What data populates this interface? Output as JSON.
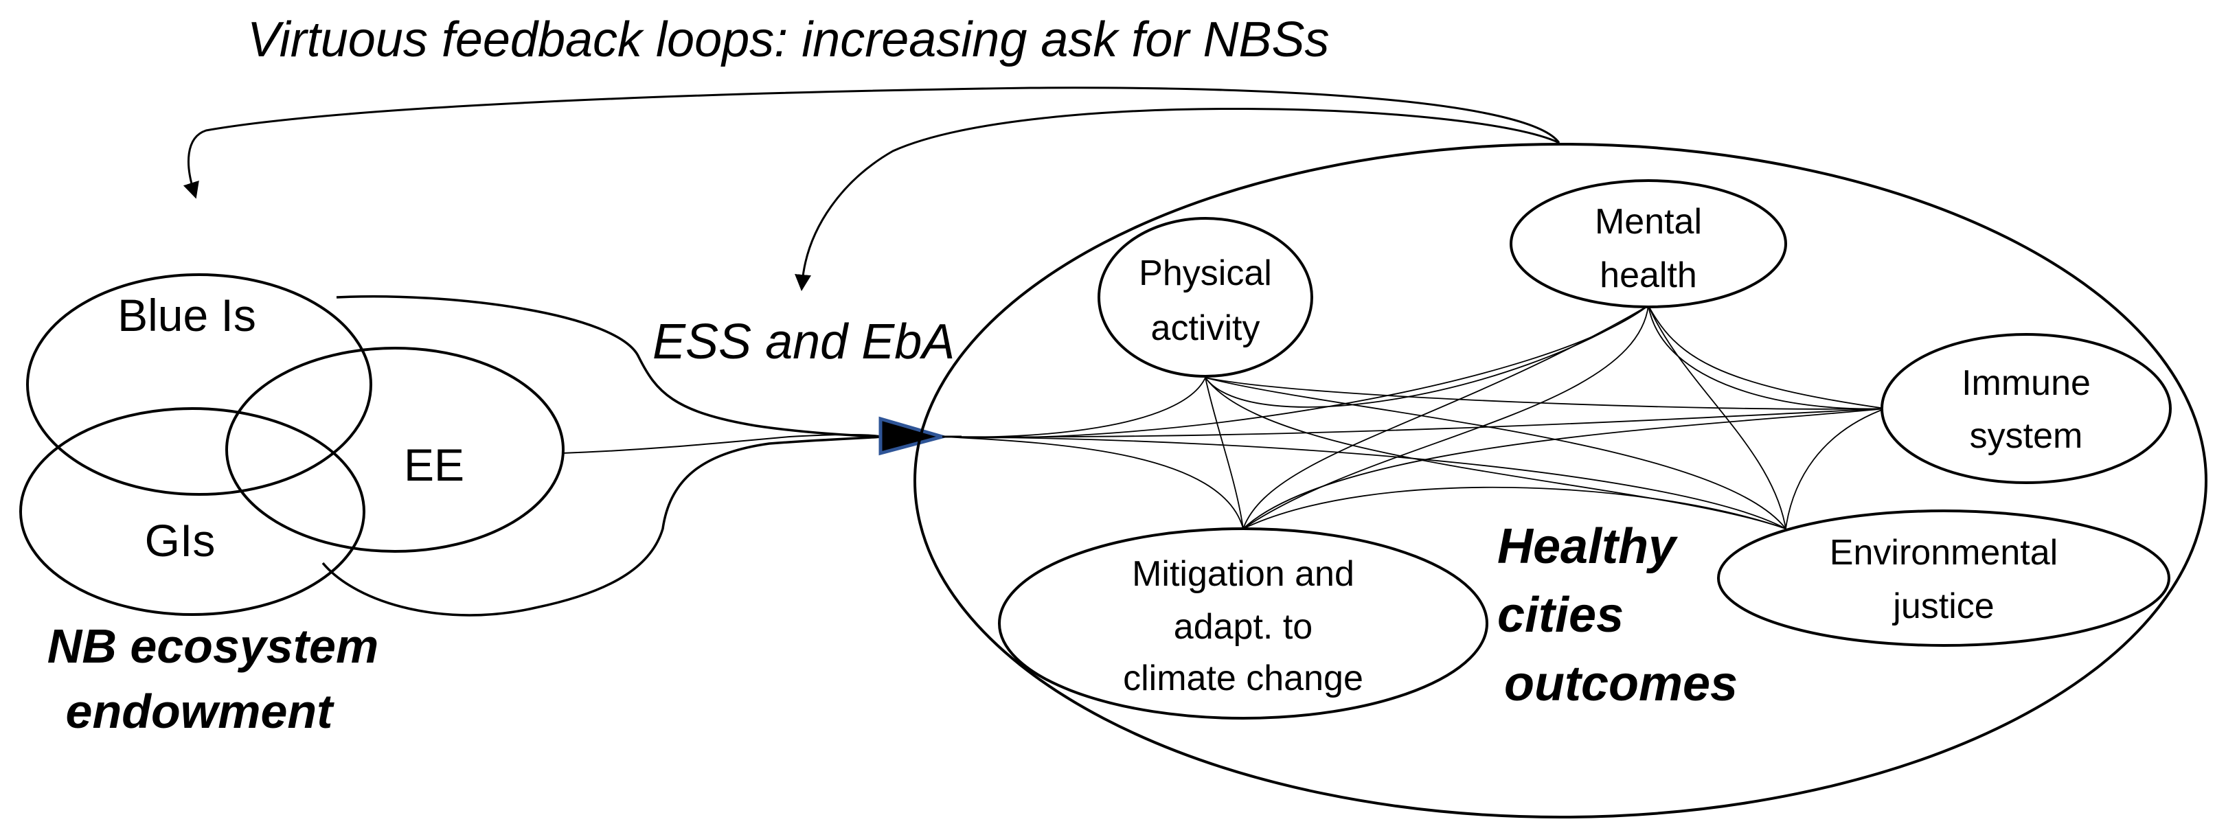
{
  "title": "Virtuous  feedback loops: increasing ask for NBSs",
  "endowment": {
    "blue": "Blue Is",
    "green": "GIs",
    "ee": "EE",
    "caption_line1": "NB ecosystem",
    "caption_line2": "endowment"
  },
  "connector_label": "ESS and EbA",
  "outcomes": {
    "caption_line1": "Healthy",
    "caption_line2": "cities",
    "caption_line3": "outcomes",
    "physical": [
      "Physical",
      "activity"
    ],
    "mental": [
      "Mental",
      "health"
    ],
    "immune": [
      "Immune",
      "system"
    ],
    "mitigation": [
      "Mitigation and",
      "adapt. to",
      "climate change"
    ],
    "justice": [
      "Environmental",
      "justice"
    ]
  },
  "colors": {
    "stroke": "#000000",
    "arrow_fill": "#000000",
    "arrow_outline": "#2f5597"
  }
}
